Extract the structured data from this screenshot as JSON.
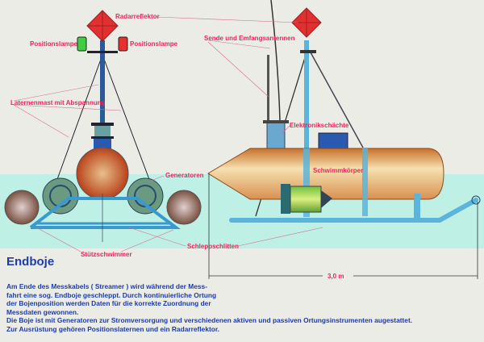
{
  "title": "Endboje",
  "labels": {
    "radar": "Radarreflektor",
    "lamp_left": "Positionslampe",
    "lamp_right": "Positionslampe",
    "mast": "Laternenmast mit Abspannung",
    "generators": "Generatoren",
    "floats": "Stützschwimmer",
    "sled": "Schleppschlitten",
    "antennas": "Sende und Emfangsantennen",
    "electronics": "Elektronikschächte",
    "body": "Schwimmkörper",
    "dimension": "3,0 m"
  },
  "description": [
    "Am Ende des Messkabels ( Streamer ) wird während der Mess-",
    "fahrt eine sog. Endboje geschleppt. Durch kontinuierliche Ortung",
    "der Bojenposition werden Daten für die korrekte Zuordnung der",
    "Messdaten gewonnen.",
    "Die Boje ist mit Generatoren zur Stromversorgung und verschiedenen aktiven und passiven Ortungsinstrumenten augestattet.",
    "Zur Ausrüstung gehören Positionslaternen und ein Radarreflektor."
  ],
  "colors": {
    "water": "#bff0e6",
    "label": "#e8285a",
    "text": "#1c3ca8",
    "pipe": "#5ab4dc",
    "radar": "#e23030"
  }
}
